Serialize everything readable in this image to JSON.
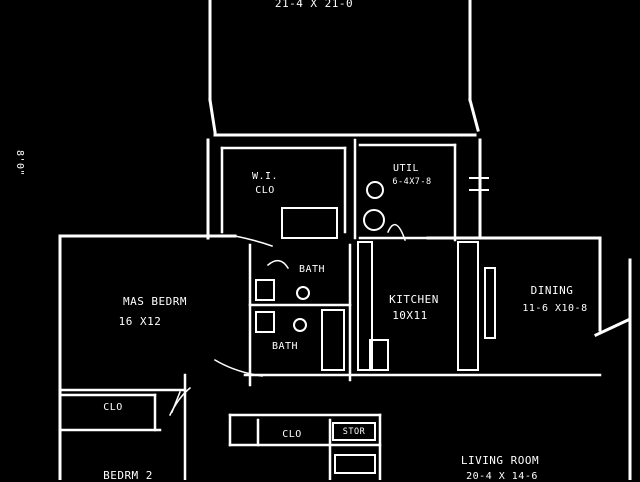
{
  "plan": {
    "garage_size": "21-4 X 21-0",
    "side_dimension": "8'0\"",
    "rooms": {
      "walk_in_closet": {
        "name": "W.I.",
        "sub": "CLO"
      },
      "utility": {
        "name": "UTIL",
        "size": "6-4X7-8"
      },
      "master_bedroom": {
        "name": "MAS BEDRM",
        "size": "16 X12"
      },
      "bath_upper": {
        "name": "BATH"
      },
      "bath_lower": {
        "name": "BATH"
      },
      "kitchen": {
        "name": "KITCHEN",
        "size": "10X11"
      },
      "dining": {
        "name": "DINING",
        "size": "11-6 X10-8"
      },
      "closet_left": {
        "name": "CLO"
      },
      "closet_mid": {
        "name": "CLO"
      },
      "storage": {
        "name": "STOR"
      },
      "living_room": {
        "name": "LIVING ROOM",
        "size": "20-4 X 14-6"
      },
      "bedroom_2": {
        "name": "BEDRM 2"
      }
    }
  }
}
